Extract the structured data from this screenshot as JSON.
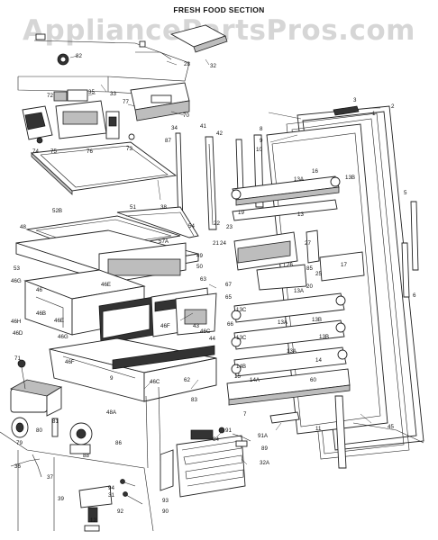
{
  "header": {
    "title": "FRESH FOOD SECTION"
  },
  "watermark": {
    "text": "AppliancePartsPros.com"
  },
  "callouts": [
    "82",
    "28",
    "32",
    "33",
    "35",
    "72",
    "77",
    "70",
    "34",
    "41",
    "42",
    "87",
    "73",
    "74",
    "75",
    "76",
    "38",
    "3",
    "1",
    "2",
    "8",
    "9",
    "10",
    "16",
    "13B",
    "13A",
    "5",
    "19",
    "13",
    "52B",
    "51",
    "54",
    "22",
    "23",
    "24",
    "21",
    "57A",
    "27",
    "48",
    "49",
    "50",
    "53",
    "46G",
    "46",
    "46E",
    "26",
    "85",
    "25",
    "20",
    "17",
    "13A",
    "6",
    "46H",
    "46D",
    "46B",
    "46E",
    "46F",
    "46G",
    "63",
    "67",
    "65",
    "66",
    "43",
    "44",
    "46C",
    "13C",
    "13A",
    "13B",
    "13C",
    "13B",
    "13A",
    "14B",
    "14",
    "15",
    "14A",
    "60",
    "48A",
    "46F",
    "46C",
    "62",
    "83",
    "71",
    "80",
    "81",
    "79",
    "88",
    "36",
    "86",
    "37",
    "39",
    "31",
    "84",
    "94",
    "92",
    "93",
    "90",
    "91",
    "91A",
    "89",
    "32A",
    "12",
    "7",
    "11",
    "45",
    "9"
  ]
}
